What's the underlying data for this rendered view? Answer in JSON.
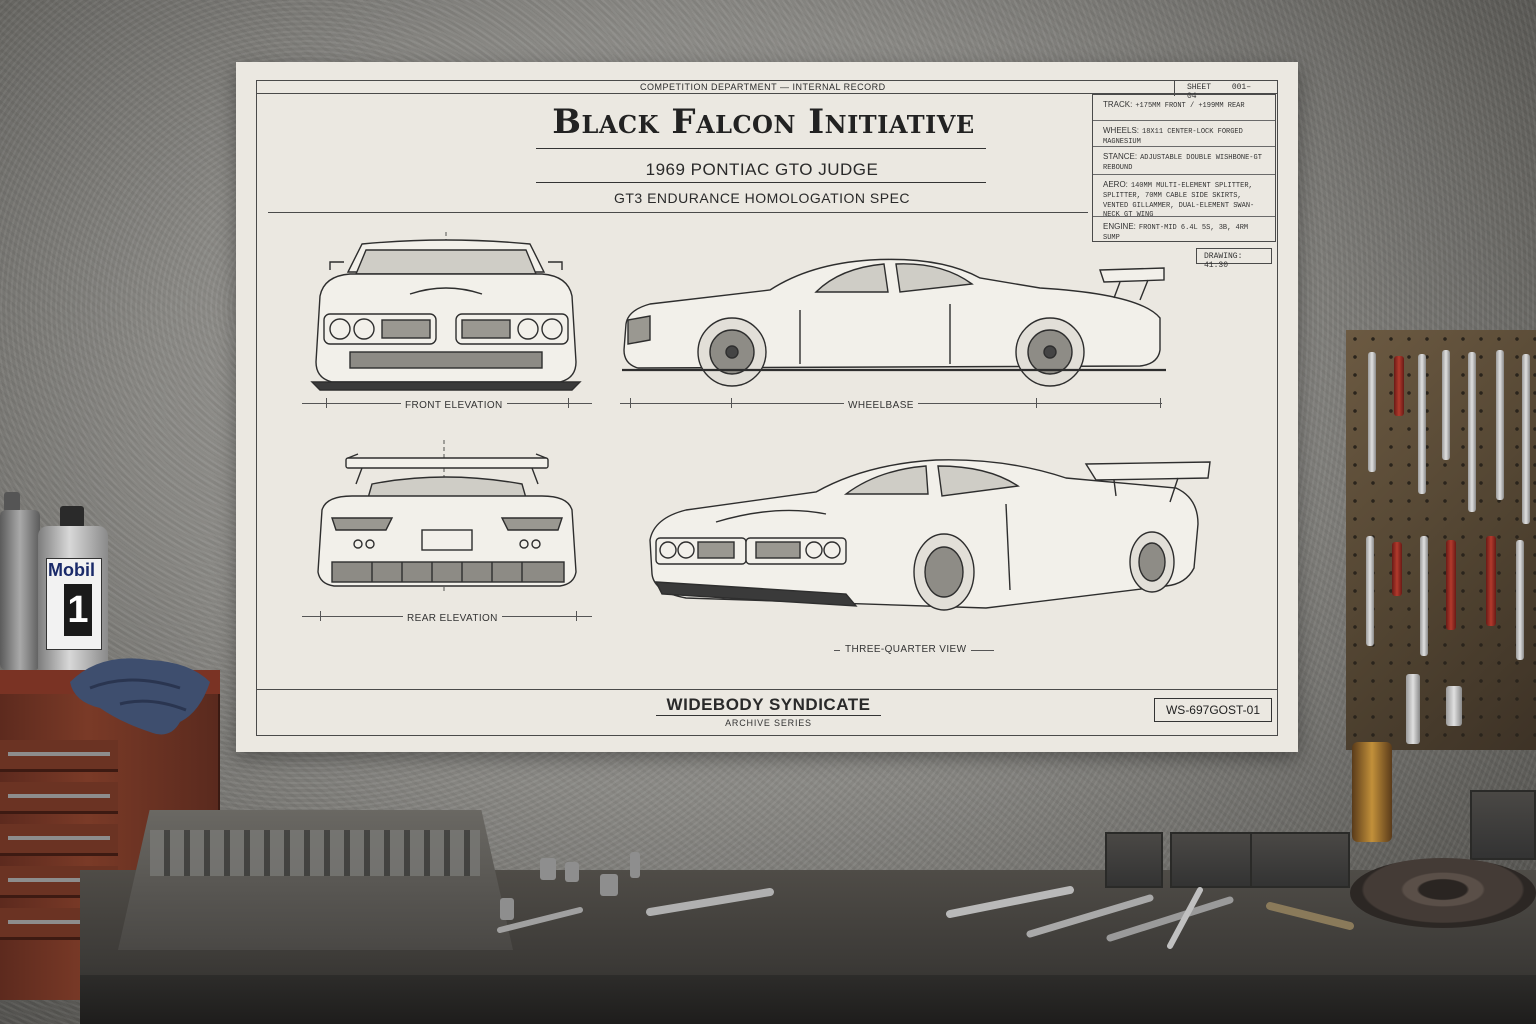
{
  "poster": {
    "department": "COMPETITION DEPARTMENT — INTERNAL RECORD",
    "title": "Black Falcon Initiative",
    "subtitle": "1969 PONTIAC GTO JUDGE",
    "spec_line": "GT3 ENDURANCE HOMOLOGATION SPEC",
    "sheet": {
      "label": "SHEET",
      "value": "001–04"
    },
    "specs": [
      {
        "label": "TRACK:",
        "value": "+175MM FRONT / +199MM REAR"
      },
      {
        "label": "WHEELS:",
        "value": "18X11 CENTER-LOCK FORGED MAGNESIUM"
      },
      {
        "label": "STANCE:",
        "value": "ADJUSTABLE DOUBLE WISHBONE-GT REBOUND"
      },
      {
        "label": "AERO:",
        "value": "140MM MULTI-ELEMENT SPLITTER, SPLITTER, 70MM CABLE SIDE SKIRTS, VENTED GILLAMMER, DUAL-ELEMENT SWAN-NECK GT WING"
      },
      {
        "label": "ENGINE:",
        "value": "FRONT-MID 6.4L 5S, 3B, 4RM SUMP"
      }
    ],
    "drawing": "DRAWING: 41.30",
    "views": {
      "front": "FRONT ELEVATION",
      "side": "WHEELBASE",
      "rear": "REAR ELEVATION",
      "three_quarter": "THREE-QUARTER VIEW"
    },
    "brand": "WIDEBODY SYNDICATE",
    "series": "ARCHIVE SERIES",
    "code": "WS-697GOST-01"
  },
  "props": {
    "oil_brand": "Mobil",
    "oil_number": "1"
  }
}
